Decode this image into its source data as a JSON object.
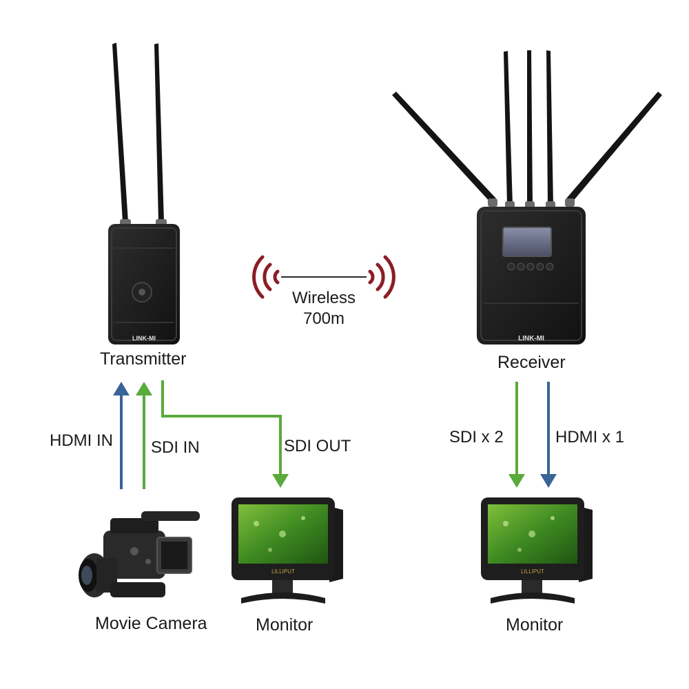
{
  "devices": {
    "transmitter": {
      "label": "Transmitter",
      "brand": "LINK-MI"
    },
    "receiver": {
      "label": "Receiver",
      "brand": "LINK-MI"
    },
    "camera": {
      "label": "Movie Camera"
    },
    "monitor_left": {
      "label": "Monitor",
      "brand": "LILLIPUT"
    },
    "monitor_right": {
      "label": "Monitor",
      "brand": "LILLIPUT"
    }
  },
  "wireless": {
    "line1": "Wireless",
    "line2": "700m"
  },
  "links": {
    "hdmi_in": "HDMI IN",
    "sdi_in": "SDI IN",
    "sdi_out": "SDI OUT",
    "sdi_x2": "SDI x 2",
    "hdmi_x1": "HDMI x 1"
  },
  "colors": {
    "hdmi": "#3a6498",
    "sdi": "#5aaa3c",
    "wireless": "#8b1e24",
    "device_body": "#1c1c1c"
  }
}
